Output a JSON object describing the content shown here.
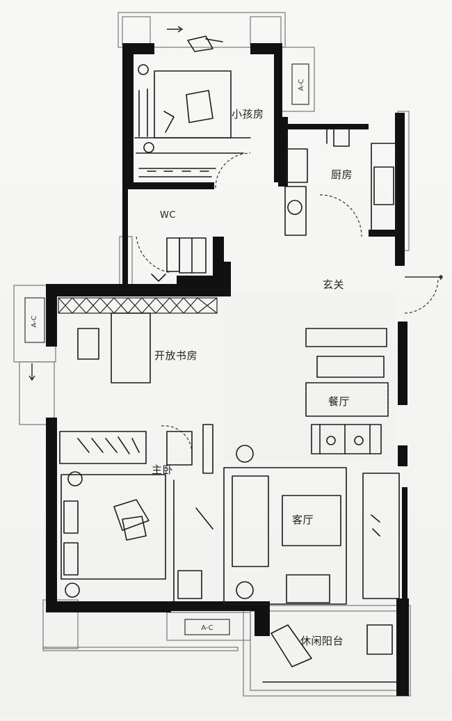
{
  "rooms": {
    "child_room": "小孩房",
    "kitchen": "厨房",
    "wc": "WC",
    "entrance": "玄关",
    "study": "开放书房",
    "dining": "餐厅",
    "master_bedroom": "主卧",
    "living_room": "客厅",
    "leisure_balcony": "休闲阳台"
  },
  "ac_units": {
    "label": "A-C"
  },
  "colors": {
    "wall": "#111111",
    "sketch": "#222222",
    "paper": "#f4f4f2"
  }
}
